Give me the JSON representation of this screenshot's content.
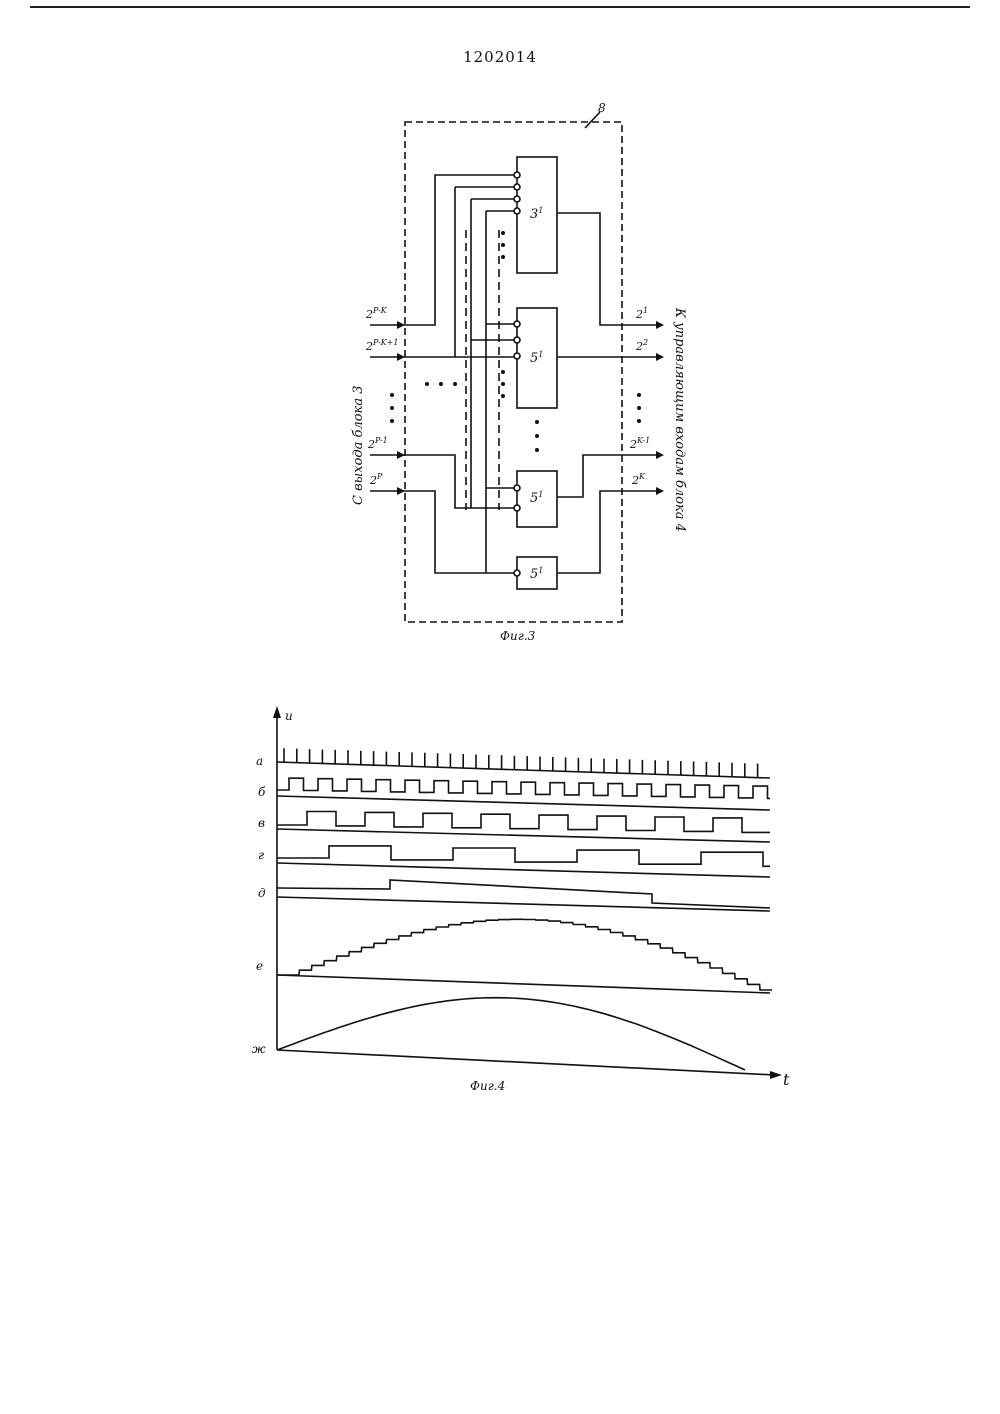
{
  "header": {
    "patent_number": "1202014"
  },
  "figure3": {
    "caption": "Фиг.3",
    "block_label": "8",
    "left_side_label": "С выхода блока 3",
    "right_side_label": "К управляющим входам блока 4",
    "blocks": [
      {
        "name": "3",
        "sup": "1"
      },
      {
        "name": "5",
        "sup": "1"
      },
      {
        "name": "5",
        "sup": "1"
      },
      {
        "name": "5",
        "sup": "1"
      }
    ],
    "inputs": [
      {
        "base": "2",
        "exp": "P-K"
      },
      {
        "base": "2",
        "exp": "P-K+1"
      },
      {
        "base": "2",
        "exp": "P-1"
      },
      {
        "base": "2",
        "exp": "P"
      }
    ],
    "outputs": [
      {
        "base": "2",
        "exp": "1"
      },
      {
        "base": "2",
        "exp": "2"
      },
      {
        "base": "2",
        "exp": "K-1"
      },
      {
        "base": "2",
        "exp": "K"
      }
    ]
  },
  "figure4": {
    "caption": "Фиг.4",
    "y_axis_label": "u",
    "x_axis_label": "t",
    "trace_labels": [
      "а",
      "б",
      "в",
      "г",
      "д",
      "е",
      "ж"
    ]
  }
}
